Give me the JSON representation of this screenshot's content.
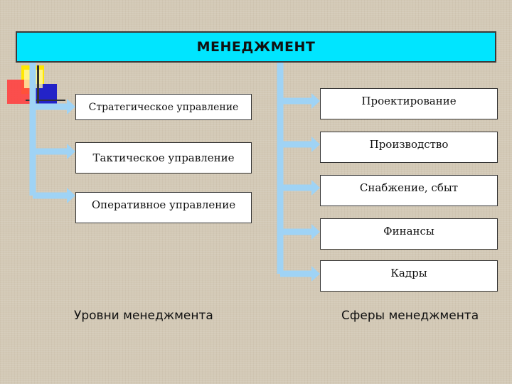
{
  "title": "МЕНЕДЖМЕНТ",
  "levels": [
    "Стратегическое управление",
    "Тактическое управление",
    "Оперативное управление"
  ],
  "spheres": [
    "Проектирование",
    "Производство",
    "Снабжение, сбыт",
    "Финансы",
    "Кадры"
  ],
  "captions": {
    "levels": "Уровни менеджмента",
    "spheres": "Сферы менеджмента"
  },
  "colors": {
    "title_fill": "#00e5ff",
    "arrow": "#9fd3f5",
    "deco_yellow": "#ffe800",
    "deco_red": "#ff3b3b",
    "deco_blue": "#2020d0"
  }
}
